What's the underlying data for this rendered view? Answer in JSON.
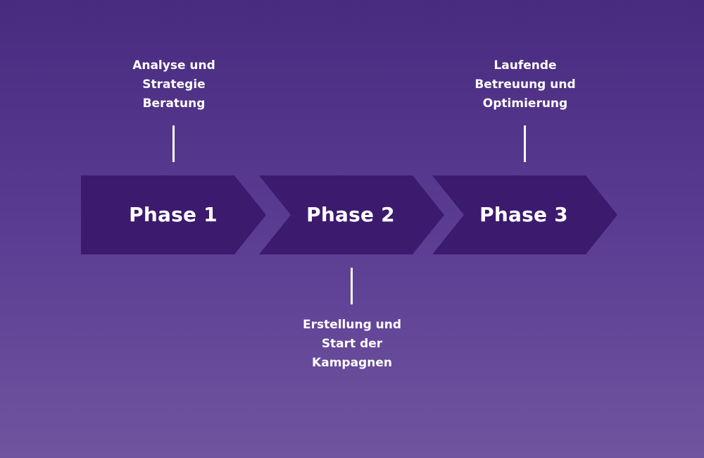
{
  "diagram": {
    "phases": [
      {
        "label": "Phase 1",
        "description": [
          "Analyse und",
          "Strategie",
          "Beratung"
        ]
      },
      {
        "label": "Phase 2",
        "description": [
          "Erstellung und",
          "Start der",
          "Kampagnen"
        ]
      },
      {
        "label": "Phase 3",
        "description": [
          "Laufende",
          "Betreuung und",
          "Optimierung"
        ]
      }
    ]
  },
  "colors": {
    "background_top": "#482a7f",
    "background_bottom": "#70549f",
    "chevron": "#3c1a6e",
    "text": "#ffffff"
  }
}
